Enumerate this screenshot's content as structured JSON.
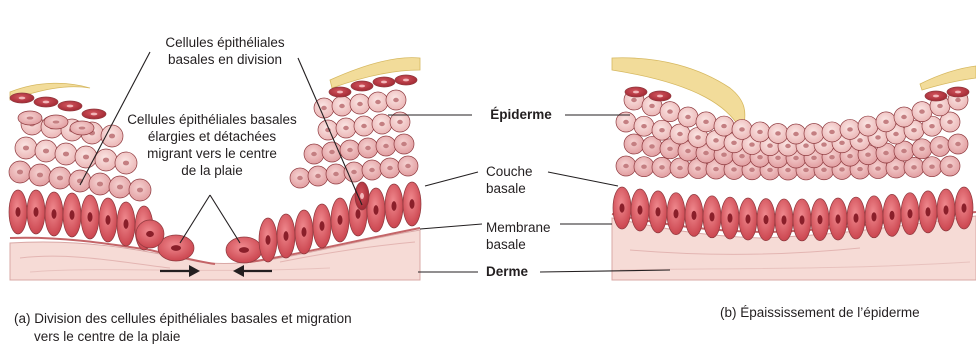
{
  "labels": {
    "dividing_cells": [
      "Cellules épithéliales",
      "basales en division"
    ],
    "migrating_cells": [
      "Cellules épithéliales basales",
      "élargies et détachées",
      "migrant vers le centre",
      "de la plaie"
    ],
    "epidermis": "Épiderme",
    "basal_layer": [
      "Couche",
      "basale"
    ],
    "basement_membrane": [
      "Membrane",
      "basale"
    ],
    "dermis": "Derme"
  },
  "captions": {
    "a": [
      "(a) Division des cellules épithéliales basales et migration",
      "vers le centre de la plaie"
    ],
    "b": "(b) Épaississement de l’épiderme"
  },
  "colors": {
    "basal_cell": "#d9535c",
    "basal_cell_dark": "#b8323c",
    "upper_cell": "#f3c9c9",
    "upper_cell_light": "#f9e3e1",
    "top_dark_cell": "#b8323c",
    "keratin": "#f2dc9a",
    "dermis": "#f6dbd6",
    "membrane": "#d07a7c",
    "arrow": "#231f20"
  }
}
